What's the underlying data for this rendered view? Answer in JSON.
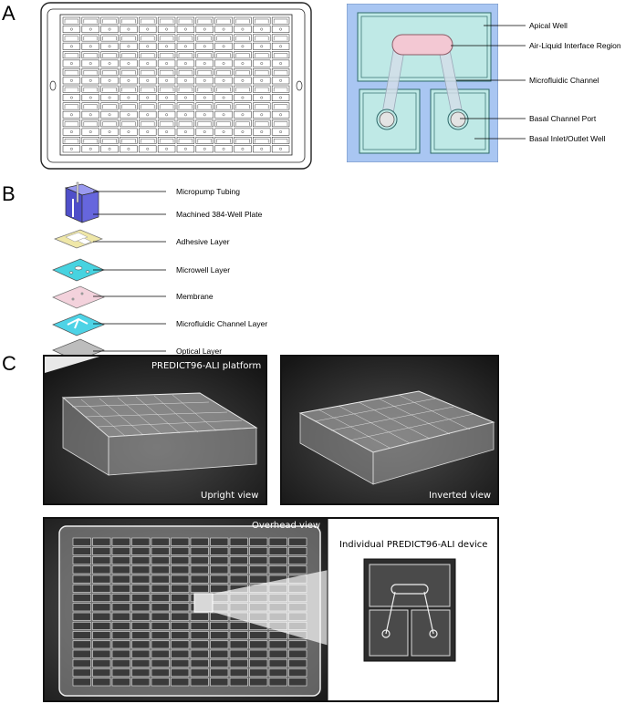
{
  "panels": {
    "a": "A",
    "b": "B",
    "c": "C"
  },
  "panel_a": {
    "labels": {
      "apical_well": "Apical Well",
      "ali_region": "Air-Liquid Interface Region",
      "microfluidic_channel": "Microfluidic Channel",
      "basal_port": "Basal Channel Port",
      "basal_well": "Basal Inlet/Outlet Well"
    },
    "colors": {
      "background": "#a9c6f2",
      "well": "#bfe9e6",
      "ali": "#f3c8d3"
    }
  },
  "panel_b": {
    "layers": [
      "Micropump Tubing",
      "Machined 384-Well Plate",
      "Adhesive Layer",
      "Microwell Layer",
      "Membrane",
      "Microfluidic Channel Layer",
      "Optical Layer"
    ],
    "colors": {
      "plate": "#6666dd",
      "adhesive": "#efe7a8",
      "microwell": "#47d3e0",
      "membrane": "#f3d2dc",
      "channel": "#4ed3e6",
      "optical": "#bdbdbd"
    }
  },
  "panel_c": {
    "platform_title": "PREDICT96-ALI platform",
    "upright": "Upright view",
    "inverted": "Inverted view",
    "overhead": "Overhead view",
    "device": "Individual PREDICT96-ALI device"
  }
}
